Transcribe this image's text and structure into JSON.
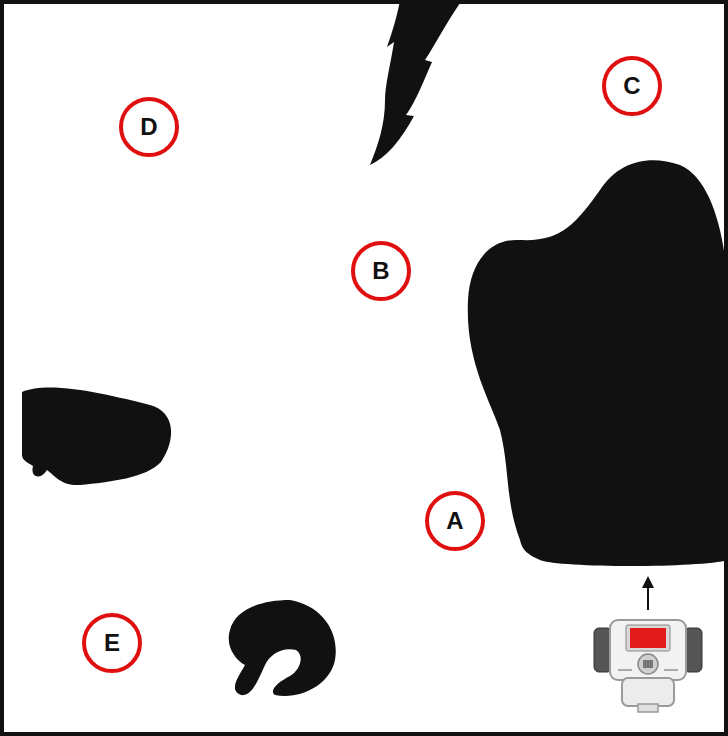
{
  "diagram": {
    "nodes": [
      {
        "text": [
          "D"
        ]
      },
      {
        "text": [
          "C"
        ]
      },
      {
        "text": [
          "B"
        ]
      },
      {
        "text": [
          "A"
        ]
      },
      {
        "text": [
          "E"
        ]
      }
    ]
  }
}
